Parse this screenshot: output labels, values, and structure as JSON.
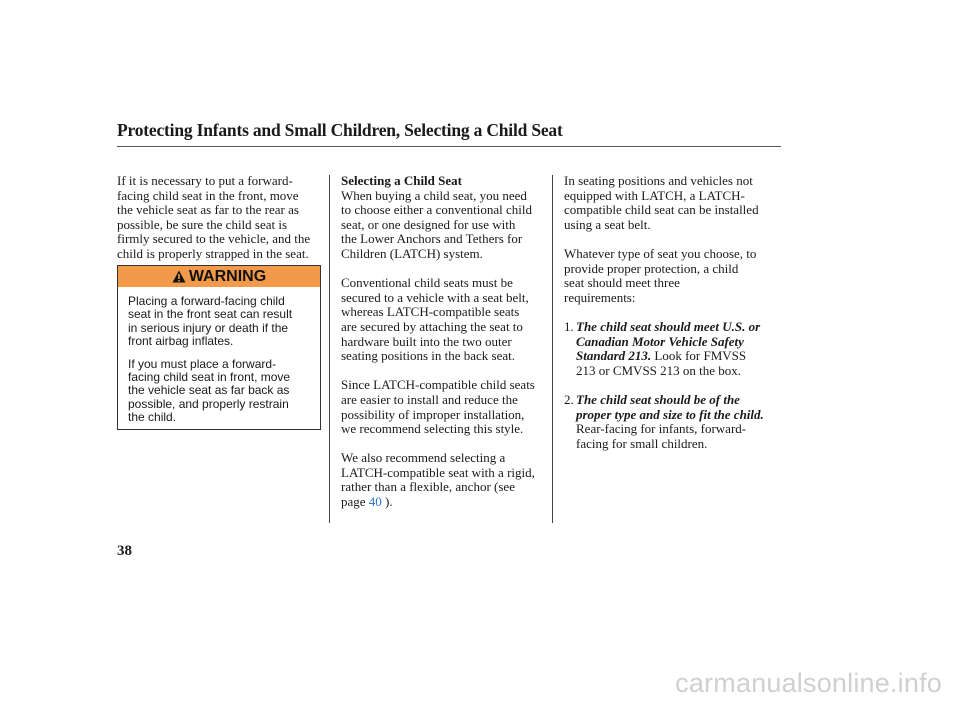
{
  "page": {
    "title": "Protecting Infants and Small Children, Selecting a Child Seat",
    "page_number": "38",
    "watermark": "carmanualsonline.info"
  },
  "left_col": {
    "intro": "If it is necessary to put a forward-\nfacing child seat in the front, move\nthe vehicle seat as far to the rear as\npossible, be sure the child seat is\nfirmly secured to the vehicle, and the\nchild is properly strapped in the seat.",
    "warning": {
      "label": "WARNING",
      "p1": "Placing a forward-facing child\nseat in the front seat can result\nin serious injury or death if the\nfront airbag inflates.",
      "p2": "If you must place a forward-\nfacing child seat in front, move\nthe vehicle seat as far back as\npossible, and properly restrain\nthe child."
    }
  },
  "mid_col": {
    "heading": "Selecting a Child Seat",
    "p1": "When buying a child seat, you need\nto choose either a conventional child\nseat, or one designed for use with\nthe Lower Anchors and Tethers for\nChildren (LATCH) system.",
    "p2": "Conventional child seats must be\nsecured to a vehicle with a seat belt,\nwhereas LATCH-compatible seats\nare secured by attaching the seat to\nhardware built into the two outer\nseating positions in the back seat.",
    "p3": "Since LATCH-compatible child seats\nare easier to install and reduce the\npossibility of improper installation,\nwe recommend selecting this style.",
    "p4_start": "We also recommend selecting a\nLATCH-compatible seat with a rigid,\nrather than a flexible, anchor (see\npage ",
    "p4_link": "40",
    "p4_end": " )."
  },
  "right_col": {
    "p1": "In seating positions and vehicles not\nequipped with LATCH, a LATCH-\ncompatible child seat can be installed\nusing a seat belt.",
    "p2": "Whatever type of seat you choose, to\nprovide proper protection, a child\nseat should meet three\nrequirements:",
    "req1": {
      "num": "1.",
      "bold": "The child seat should meet U.S. or\nCanadian Motor Vehicle Safety\nStandard 213.",
      "text": " Look for FMVSS\n213 or CMVSS 213 on the box."
    },
    "req2": {
      "num": "2.",
      "bold": "The child seat should be of the\nproper type and size to fit the child.",
      "text": "\nRear-facing for infants, forward-\nfacing for small children."
    }
  },
  "colors": {
    "warning_banner": "#f29a4a",
    "link": "#2b6fd0",
    "watermark": "#d0d0d0"
  },
  "icons": {
    "warning": "warning-triangle-icon"
  }
}
